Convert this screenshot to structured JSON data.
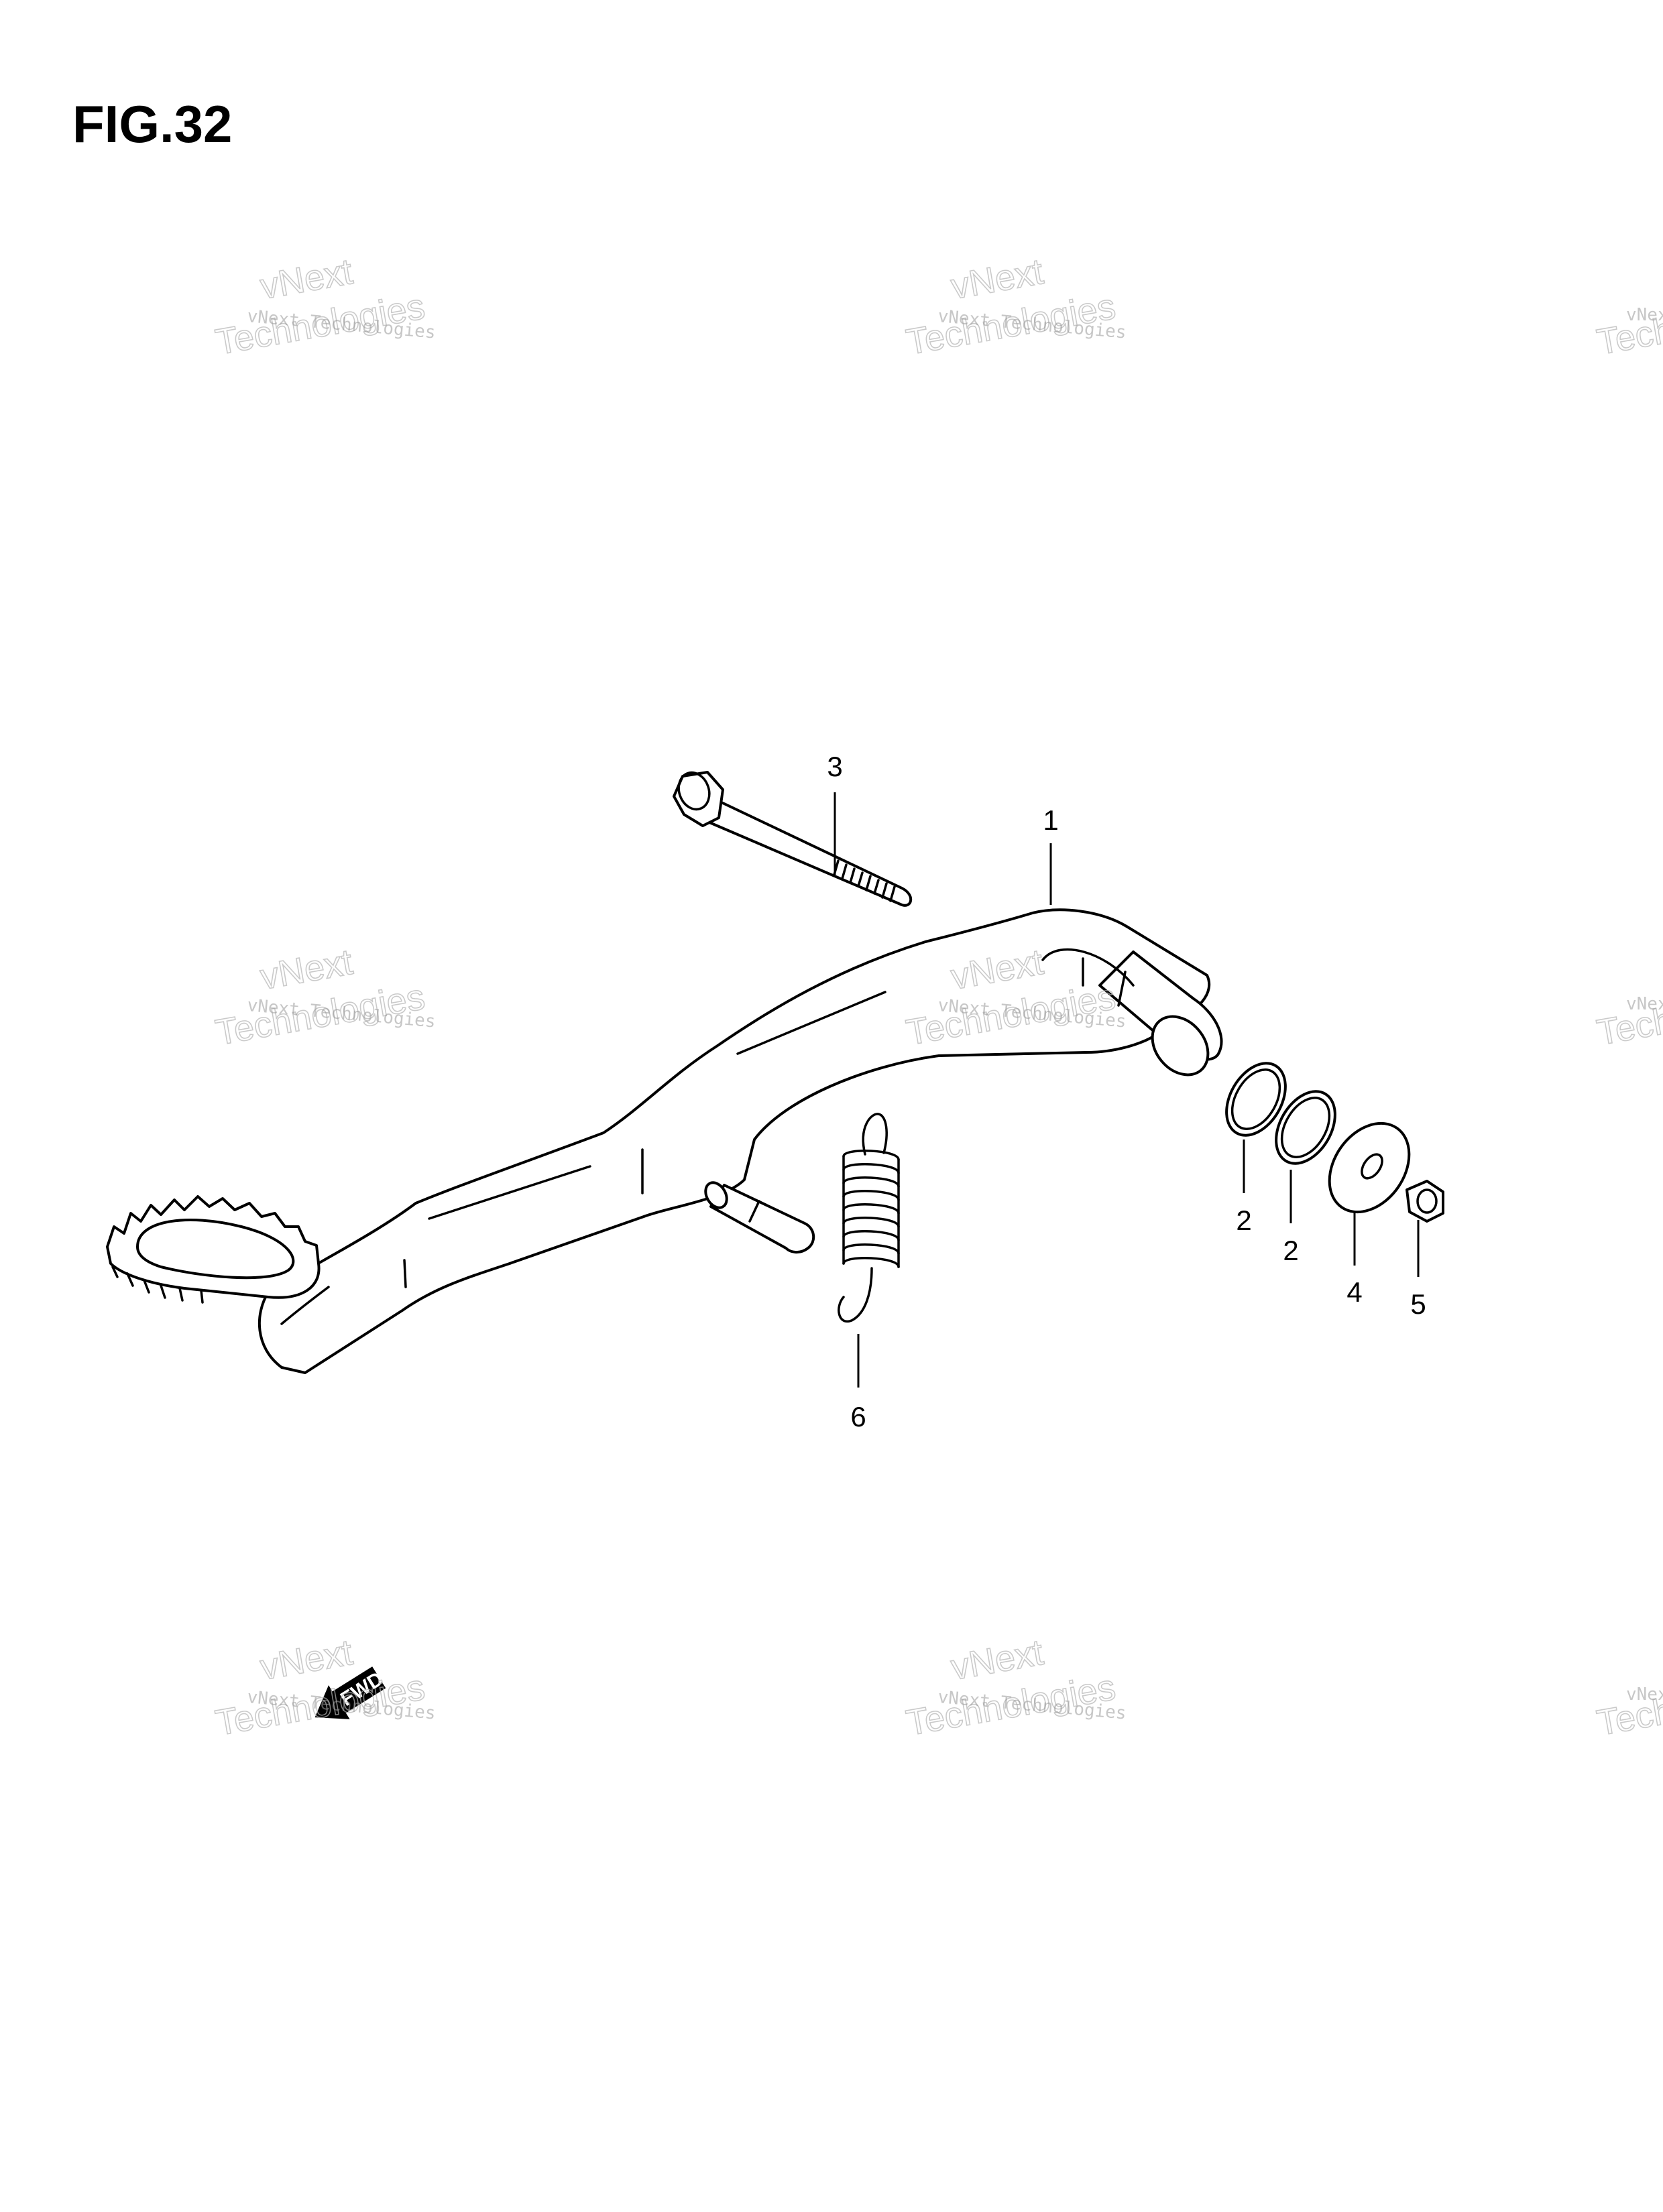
{
  "figure": {
    "title": "FIG.32"
  },
  "callouts": {
    "brake_pedal": "1",
    "o_ring_a": "2",
    "o_ring_b": "2",
    "bolt": "3",
    "washer": "4",
    "nut": "5",
    "spring": "6"
  },
  "direction_marker": {
    "label": "FWD"
  },
  "watermark": {
    "line_small": "vNext Technologies",
    "line_big_1": "vNext",
    "line_big_2": "Technologies"
  }
}
